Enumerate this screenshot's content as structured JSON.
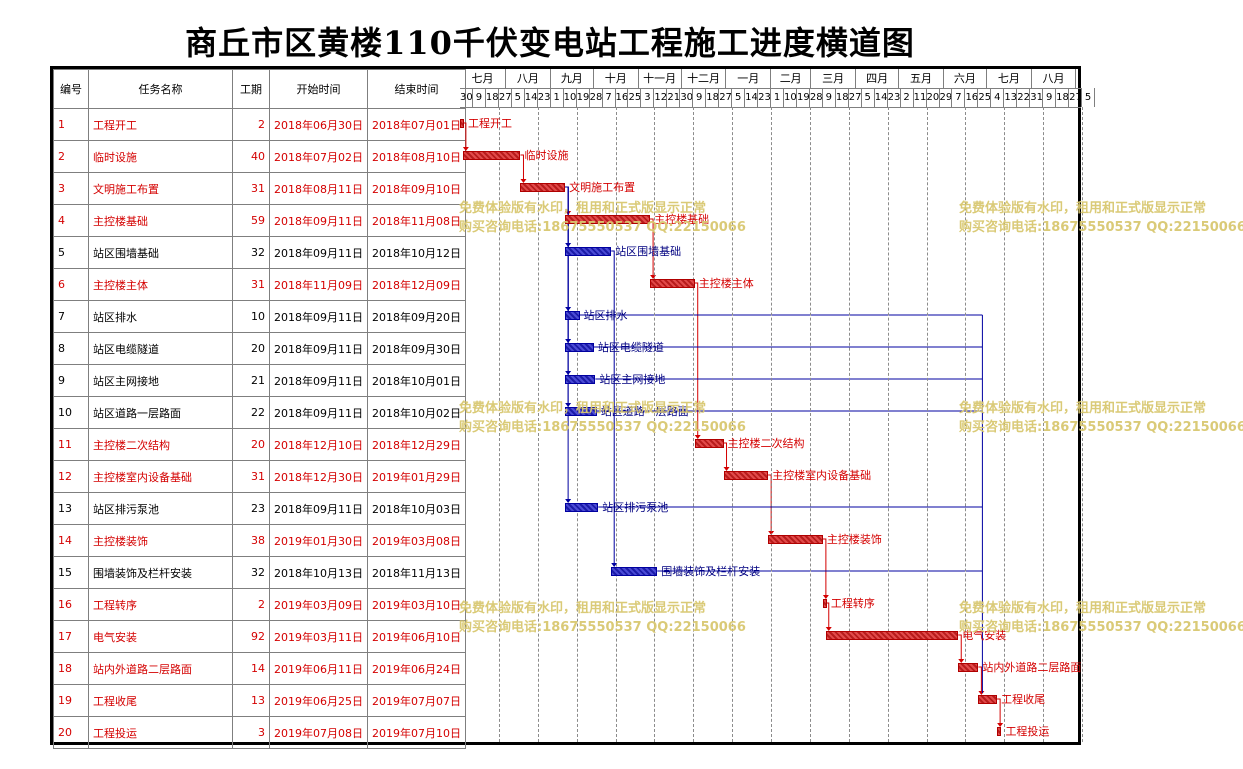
{
  "title": "商丘市区黄楼110千伏变电站工程施工进度横道图",
  "headers": {
    "id": "编号",
    "name": "任务名称",
    "duration": "工期",
    "start": "开始时间",
    "end": "结束时间"
  },
  "months": [
    "七月",
    "八月",
    "九月",
    "十月",
    "十一月",
    "十二月",
    "一月",
    "二月",
    "三月",
    "四月",
    "五月",
    "六月",
    "七月",
    "八月"
  ],
  "days": [
    "30",
    "9",
    "18",
    "27",
    "5",
    "14",
    "23",
    "1",
    "10",
    "19",
    "28",
    "7",
    "16",
    "25",
    "3",
    "12",
    "21",
    "30",
    "9",
    "18",
    "27",
    "5",
    "14",
    "23",
    "1",
    "10",
    "19",
    "28",
    "9",
    "18",
    "27",
    "5",
    "14",
    "23",
    "2",
    "11",
    "20",
    "29",
    "7",
    "16",
    "25",
    "4",
    "13",
    "22",
    "31",
    "9",
    "18",
    "27",
    "5"
  ],
  "tasks": [
    {
      "id": "1",
      "name": "工程开工",
      "duration": "2",
      "start": "2018年06月30日",
      "end": "2018年07月01日",
      "critical": true
    },
    {
      "id": "2",
      "name": "临时设施",
      "duration": "40",
      "start": "2018年07月02日",
      "end": "2018年08月10日",
      "critical": true
    },
    {
      "id": "3",
      "name": "文明施工布置",
      "duration": "31",
      "start": "2018年08月11日",
      "end": "2018年09月10日",
      "critical": true
    },
    {
      "id": "4",
      "name": "主控楼基础",
      "duration": "59",
      "start": "2018年09月11日",
      "end": "2018年11月08日",
      "critical": true
    },
    {
      "id": "5",
      "name": "站区围墙基础",
      "duration": "32",
      "start": "2018年09月11日",
      "end": "2018年10月12日",
      "critical": false
    },
    {
      "id": "6",
      "name": "主控楼主体",
      "duration": "31",
      "start": "2018年11月09日",
      "end": "2018年12月09日",
      "critical": true
    },
    {
      "id": "7",
      "name": "站区排水",
      "duration": "10",
      "start": "2018年09月11日",
      "end": "2018年09月20日",
      "critical": false
    },
    {
      "id": "8",
      "name": "站区电缆隧道",
      "duration": "20",
      "start": "2018年09月11日",
      "end": "2018年09月30日",
      "critical": false
    },
    {
      "id": "9",
      "name": "站区主网接地",
      "duration": "21",
      "start": "2018年09月11日",
      "end": "2018年10月01日",
      "critical": false
    },
    {
      "id": "10",
      "name": "站区道路一层路面",
      "duration": "22",
      "start": "2018年09月11日",
      "end": "2018年10月02日",
      "critical": false
    },
    {
      "id": "11",
      "name": "主控楼二次结构",
      "duration": "20",
      "start": "2018年12月10日",
      "end": "2018年12月29日",
      "critical": true
    },
    {
      "id": "12",
      "name": "主控楼室内设备基础",
      "duration": "31",
      "start": "2018年12月30日",
      "end": "2019年01月29日",
      "critical": true
    },
    {
      "id": "13",
      "name": "站区排污泵池",
      "duration": "23",
      "start": "2018年09月11日",
      "end": "2018年10月03日",
      "critical": false
    },
    {
      "id": "14",
      "name": "主控楼装饰",
      "duration": "38",
      "start": "2019年01月30日",
      "end": "2019年03月08日",
      "critical": true
    },
    {
      "id": "15",
      "name": "围墙装饰及栏杆安装",
      "duration": "32",
      "start": "2018年10月13日",
      "end": "2018年11月13日",
      "critical": false
    },
    {
      "id": "16",
      "name": "工程转序",
      "duration": "2",
      "start": "2019年03月09日",
      "end": "2019年03月10日",
      "critical": true
    },
    {
      "id": "17",
      "name": "电气安装",
      "duration": "92",
      "start": "2019年03月11日",
      "end": "2019年06月10日",
      "critical": true
    },
    {
      "id": "18",
      "name": "站内外道路二层路面",
      "duration": "14",
      "start": "2019年06月11日",
      "end": "2019年06月24日",
      "critical": true
    },
    {
      "id": "19",
      "name": "工程收尾",
      "duration": "13",
      "start": "2019年06月25日",
      "end": "2019年07月07日",
      "critical": true
    },
    {
      "id": "20",
      "name": "工程投运",
      "duration": "3",
      "start": "2019年07月08日",
      "end": "2019年07月10日",
      "critical": true
    }
  ],
  "watermark": {
    "line1": "免费体验版有水印，租用和正式版显示正常",
    "line2": "购买咨询电话:18675550537 QQ:22150066"
  },
  "colors": {
    "critical": "#d40000",
    "normal": "#0000a0",
    "watermark": "#d9c870"
  }
}
